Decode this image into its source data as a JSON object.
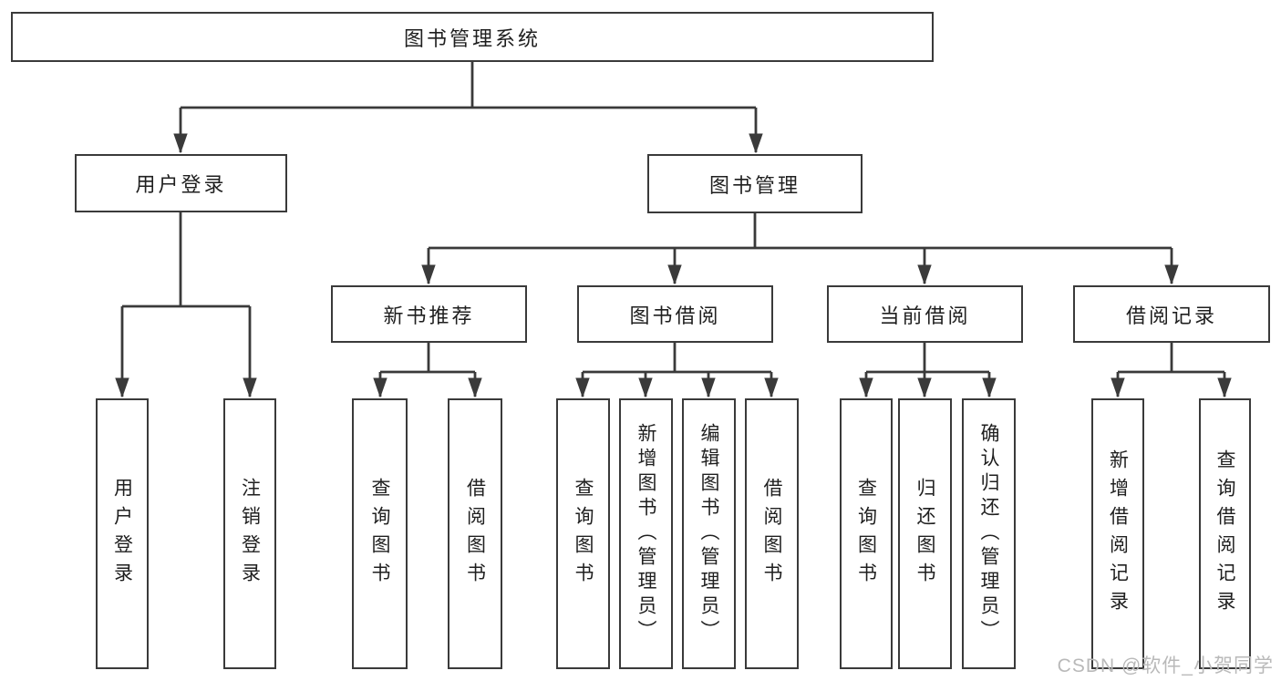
{
  "diagram": {
    "title": "图书管理系统",
    "root": {
      "id": "root",
      "label": "图书管理系统"
    },
    "level2": [
      {
        "id": "user-login",
        "label": "用户登录",
        "parent": "图书管理系统"
      },
      {
        "id": "book-management",
        "label": "图书管理",
        "parent": "图书管理系统"
      }
    ],
    "level3": [
      {
        "id": "new-book-recommend",
        "label": "新书推荐",
        "parent": "图书管理"
      },
      {
        "id": "book-borrow",
        "label": "图书借阅",
        "parent": "图书管理"
      },
      {
        "id": "current-borrow",
        "label": "当前借阅",
        "parent": "图书管理"
      },
      {
        "id": "borrow-records",
        "label": "借阅记录",
        "parent": "图书管理"
      }
    ],
    "leaves": [
      {
        "id": "leaf-user-login",
        "label": "用户登录",
        "parent": "用户登录"
      },
      {
        "id": "leaf-logout",
        "label": "注销登录",
        "parent": "用户登录"
      },
      {
        "id": "leaf-query-books-recommend",
        "label": "查询图书",
        "parent": "新书推荐"
      },
      {
        "id": "leaf-borrow-books-recommend",
        "label": "借阅图书",
        "parent": "新书推荐"
      },
      {
        "id": "leaf-query-books-borrow",
        "label": "查询图书",
        "parent": "图书借阅"
      },
      {
        "id": "leaf-add-book-admin",
        "label": "新增图书（管理员）",
        "parent": "图书借阅"
      },
      {
        "id": "leaf-edit-book-admin",
        "label": "编辑图书（管理员）",
        "parent": "图书借阅"
      },
      {
        "id": "leaf-borrow-books",
        "label": "借阅图书",
        "parent": "图书借阅"
      },
      {
        "id": "leaf-query-books-current",
        "label": "查询图书",
        "parent": "当前借阅"
      },
      {
        "id": "leaf-return-books",
        "label": "归还图书",
        "parent": "当前借阅"
      },
      {
        "id": "leaf-confirm-return-admin",
        "label": "确认归还（管理员）",
        "parent": "当前借阅"
      },
      {
        "id": "leaf-add-borrow-record",
        "label": "新增借阅记录",
        "parent": "借阅记录"
      },
      {
        "id": "leaf-query-borrow-record",
        "label": "查询借阅记录",
        "parent": "借阅记录"
      }
    ],
    "watermark": "CSDN @软件_小贺同学",
    "colors": {
      "line": "#3a3a3a",
      "text": "#1f1f1f",
      "watermark": "#b9b9b9",
      "background": "#ffffff"
    }
  }
}
